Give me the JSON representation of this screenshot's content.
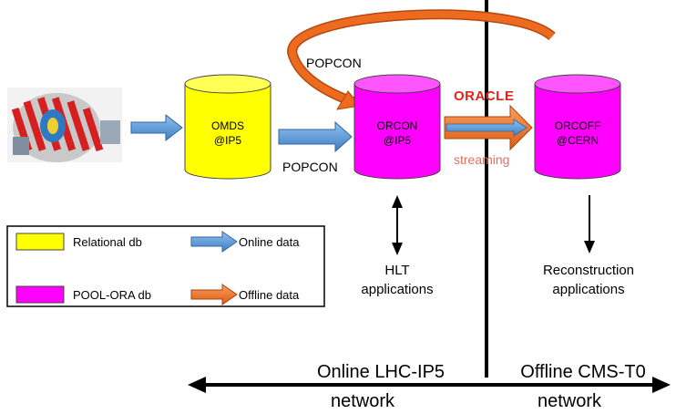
{
  "databases": {
    "omds": {
      "line1": "OMDS",
      "line2": "@IP5",
      "color": "#ffff00"
    },
    "orcon": {
      "line1": "ORCON",
      "line2": "@IP5",
      "color": "#ff00ff"
    },
    "orcoff": {
      "line1": "ORCOFF",
      "line2": "@CERN",
      "color": "#ff00ff"
    }
  },
  "labels": {
    "popcon_top": "POPCON",
    "popcon_mid": "POPCON",
    "oracle": "ORACLE",
    "streaming": "streaming",
    "hlt_line1": "HLT",
    "hlt_line2": "applications",
    "reco_line1": "Reconstruction",
    "reco_line2": "applications"
  },
  "network": {
    "online_line1": "Online LHC-IP5",
    "online_line2": "network",
    "offline_line1": "Offline CMS-T0",
    "offline_line2": "network"
  },
  "legend": {
    "relational": "Relational db",
    "pool": "POOL-ORA db",
    "online": "Online data",
    "offline": "Offline data"
  },
  "colors": {
    "relational": "#ffff00",
    "pool": "#ff00ff",
    "online_arrow": "#5b9bd5",
    "offline_arrow": "#ed6a1f",
    "oracle_red": "#e2231a",
    "streaming_text": "#e07060"
  },
  "icons": {
    "detector": "cms-detector-icon"
  }
}
